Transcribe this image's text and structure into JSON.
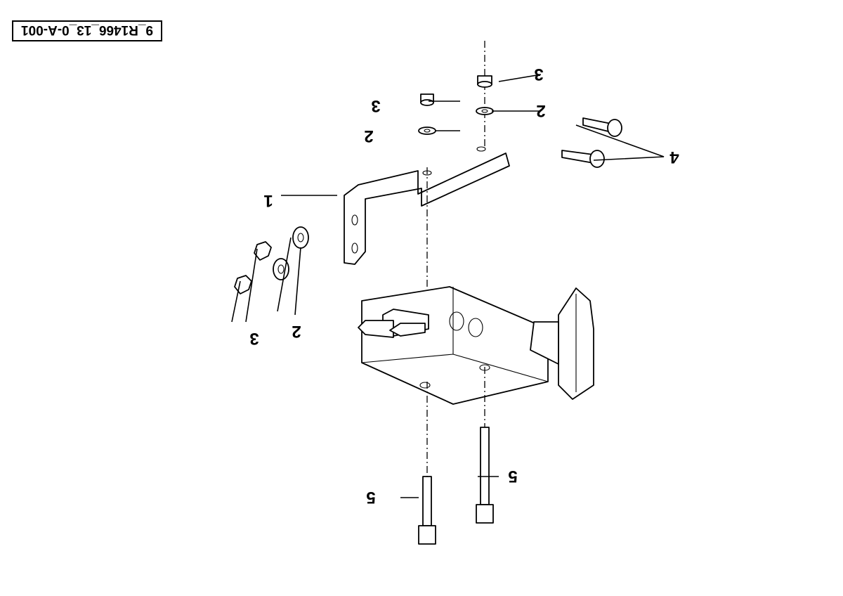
{
  "drawing_reference": "9_R1466_13_0-A-001",
  "callouts": {
    "bracket": "1",
    "washer_top_left": "2",
    "washer_top_right": "2",
    "washer_side": "2",
    "nut_top_left": "3",
    "nut_top_right": "3",
    "nut_side": "3",
    "cap_screws": "4",
    "bolt_left": "5",
    "bolt_right": "5"
  }
}
